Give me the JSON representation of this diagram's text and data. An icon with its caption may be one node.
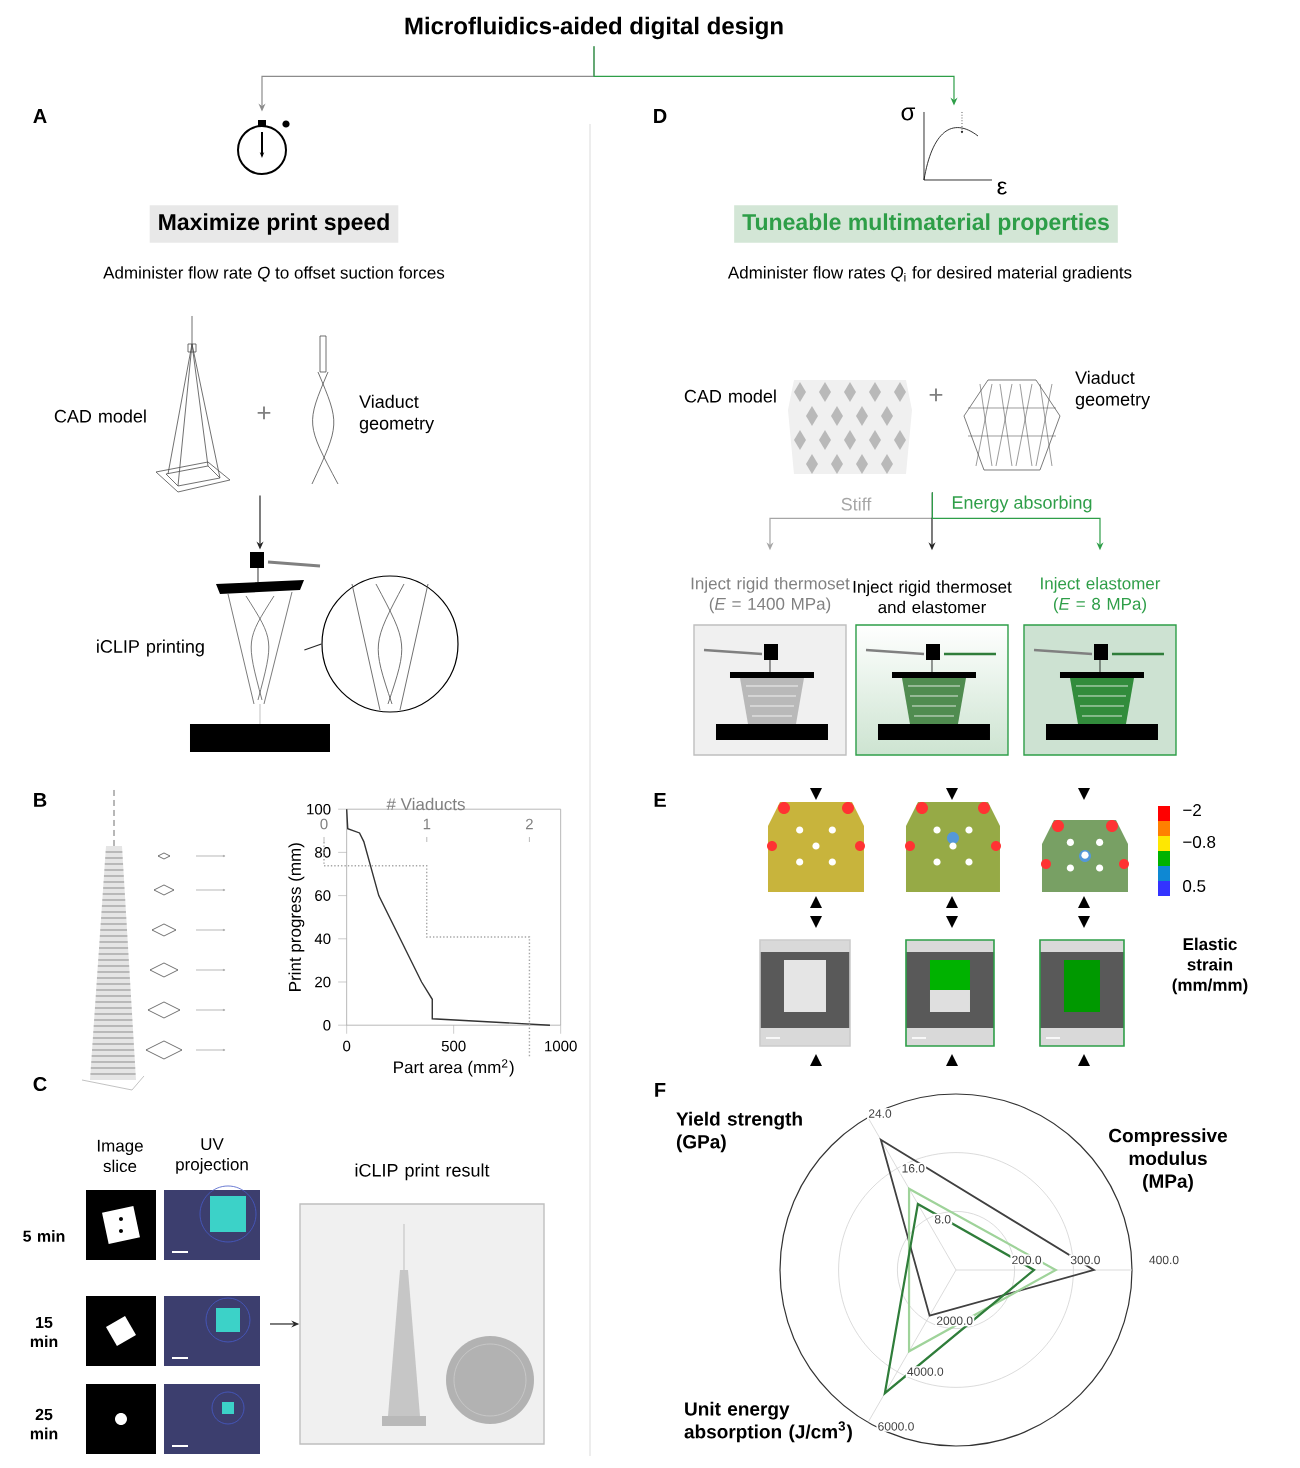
{
  "diagram": {
    "nodes": [
      {
        "text": [
          "Microfluidics-aided digital design"
        ]
      },
      {
        "text": [],
        "shape": "picture"
      },
      {
        "text": [],
        "shape": "picture"
      },
      {
        "text": [
          "Maximize print speed"
        ]
      },
      {
        "text": [
          "Tuneable multimaterial properties"
        ]
      },
      {
        "text": [],
        "shape": "picture",
        "beside": [
          "CAD model"
        ]
      },
      {
        "text": [],
        "shape": "picture",
        "beside": [
          "Viaduct geometry"
        ]
      },
      {
        "text": [],
        "shape": "picture",
        "beside": [
          "iCLIP printing"
        ]
      },
      {
        "text": [],
        "shape": "circle"
      },
      {
        "text": [],
        "shape": "picture",
        "beside": [
          "CAD model"
        ]
      },
      {
        "text": [],
        "shape": "picture",
        "beside": [
          "Viaduct geometry"
        ]
      },
      {
        "text": [
          "Inject rigid thermoset (*E* = 1400 MPa)"
        ]
      },
      {
        "text": [
          "Inject rigid thermoset and elastomer"
        ]
      },
      {
        "text": [
          "Inject elastomer (*E* = 8 MPa)"
        ]
      },
      {
        "text": [
          "iCLIP print result"
        ]
      }
    ],
    "edges": [
      {
        "from": 0,
        "to": 1,
        "arrow": "to",
        "color": "#8c8c8c"
      },
      {
        "from": 0,
        "to": 2,
        "arrow": "to",
        "color": "#2e9e48"
      },
      {
        "from": 5,
        "to": 7,
        "arrow": "to"
      },
      {
        "from": 7,
        "to": 8,
        "arrow": "none"
      },
      {
        "from": 9,
        "to": 11,
        "arrow": "to",
        "label": "Stiff",
        "color": "#a6a6a6"
      },
      {
        "from": 9,
        "to": 12,
        "arrow": "to"
      },
      {
        "from": 9,
        "to": 13,
        "arrow": "to",
        "label": "Energy absorbing",
        "color": "#2e9e48"
      },
      {
        "from": null,
        "to": 14,
        "arrow": "to"
      }
    ],
    "labels": [
      "A",
      "σ",
      "ε",
      "D",
      "Administer flow rate *Q* to offset suction forces",
      "Administer flow rates *Q*$_{i}$ for desired material gradients",
      "+",
      "+",
      "B",
      "# Viaducts",
      "0",
      "1",
      "2",
      "E",
      "−2",
      "−0.8",
      "0.5",
      "Elastic strain (mm/mm)",
      "C",
      "Image slice",
      "UV projection",
      "5 min",
      "15 min",
      "25 min",
      "F",
      "Yield strength (GPa)",
      "24.0",
      "16.0",
      "8.0",
      "Compressive modulus (MPa)",
      "200.0",
      "300.0",
      "400.0",
      "2000.0",
      "4000.0",
      "6000.0",
      "Unit energy absorption (J/cm$^{3}$)"
    ],
    "chart_data": {
      "type": "line",
      "xlabel": "Part area (mm$^{2}$)",
      "ylabel": "Print progress (mm)",
      "x": [
        0,
        5,
        60,
        80,
        150,
        250,
        350,
        400,
        400,
        950
      ],
      "series": [
        {
          "color": "#333333",
          "values": [
            100,
            91,
            89,
            85,
            60,
            40,
            20,
            12,
            3,
            0
          ]
        }
      ],
      "xlim": [
        0,
        1000
      ],
      "ylim": [
        0,
        100
      ],
      "xticks": [
        0,
        500,
        1000
      ],
      "yticks": [
        0,
        20,
        40,
        60,
        80,
        100
      ]
    }
  }
}
